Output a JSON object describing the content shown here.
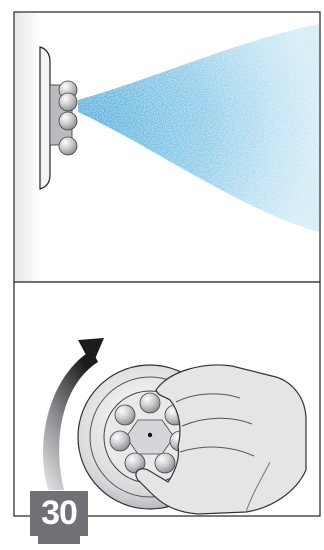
{
  "step": {
    "number": "30"
  },
  "colors": {
    "spray": "#5fb4de",
    "frame": "#222222",
    "metal": "#c9cbcf",
    "badge": "#6f7177"
  },
  "panels": [
    {
      "id": "top",
      "content": "shower-head-spraying"
    },
    {
      "id": "bottom",
      "content": "hand-rotating-nozzle-clockwise"
    }
  ]
}
